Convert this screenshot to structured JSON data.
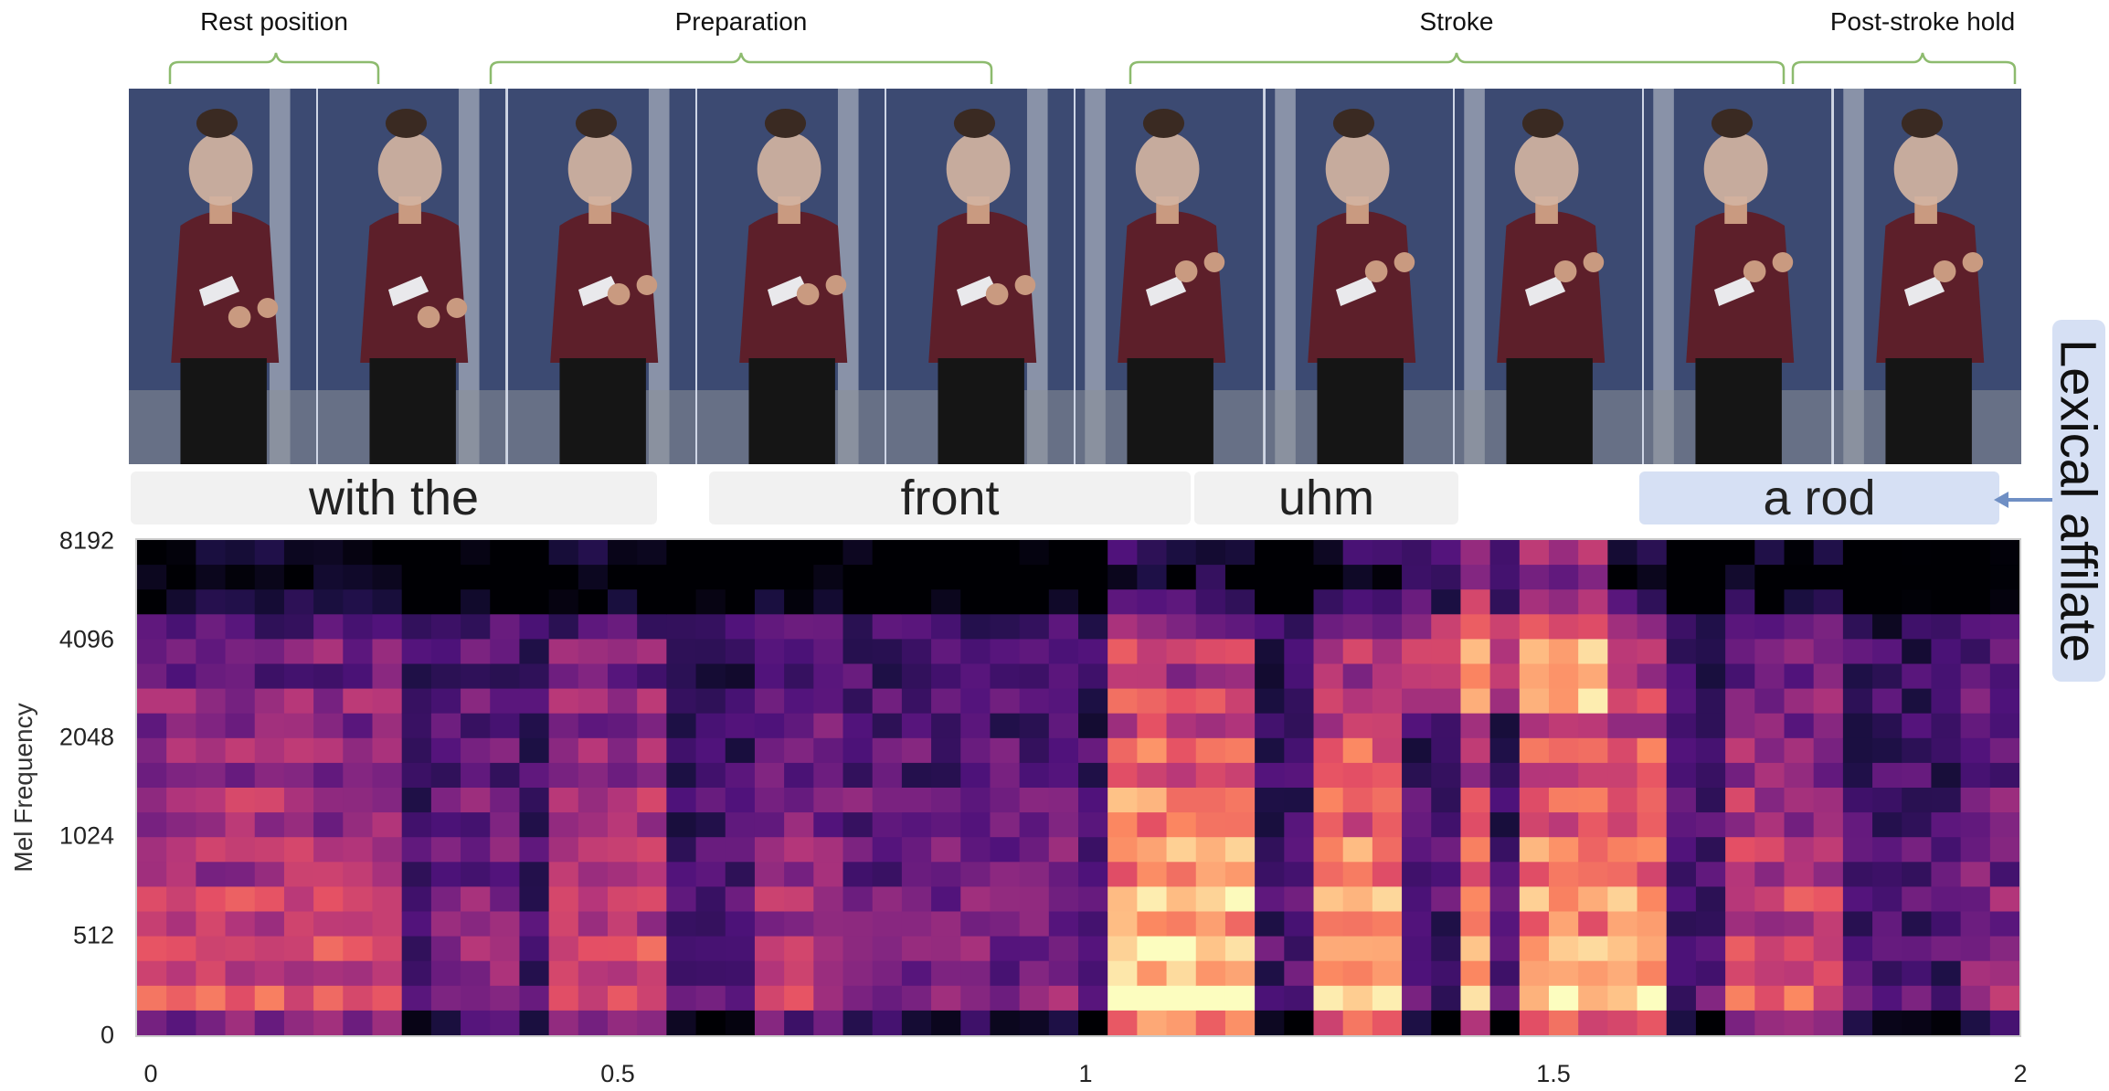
{
  "phases": [
    {
      "label": "Rest position"
    },
    {
      "label": "Preparation"
    },
    {
      "label": "Stroke"
    },
    {
      "label": "Post-stroke hold"
    }
  ],
  "frames": [
    {
      "name": "frame-1",
      "hands": "low"
    },
    {
      "name": "frame-2",
      "hands": "low"
    },
    {
      "name": "frame-3",
      "hands": "mid"
    },
    {
      "name": "frame-4",
      "hands": "mid"
    },
    {
      "name": "frame-5",
      "hands": "mid"
    },
    {
      "name": "frame-6",
      "hands": "high"
    },
    {
      "name": "frame-7",
      "hands": "high"
    },
    {
      "name": "frame-8",
      "hands": "high"
    },
    {
      "name": "frame-9",
      "hands": "high"
    },
    {
      "name": "frame-10",
      "hands": "high"
    }
  ],
  "words": [
    {
      "text": "with the",
      "highlight": false
    },
    {
      "text": "front",
      "highlight": false
    },
    {
      "text": "uhm",
      "highlight": false
    },
    {
      "text": "a rod",
      "highlight": true
    }
  ],
  "affiliate_label": "Lexical affilate",
  "colors": {
    "bracket": "#8dbb6e",
    "word_box": "#f1f1f1",
    "highlight_box": "#d6e0f4",
    "arrow": "#6f8fc4",
    "background_wall": "#3c4a72",
    "sweater": "#5d1f2a"
  },
  "chart_data": {
    "type": "heatmap",
    "colormap": "magma",
    "ylabel": "Mel Frequency",
    "xlabel": "",
    "yticks": [
      "8192",
      "4096",
      "2048",
      "1024",
      "512",
      "0"
    ],
    "xticks": [
      "0",
      "0.5",
      "1",
      "1.5",
      "2"
    ],
    "xlim": [
      0,
      2
    ],
    "columns": 64,
    "bands": 20
  }
}
